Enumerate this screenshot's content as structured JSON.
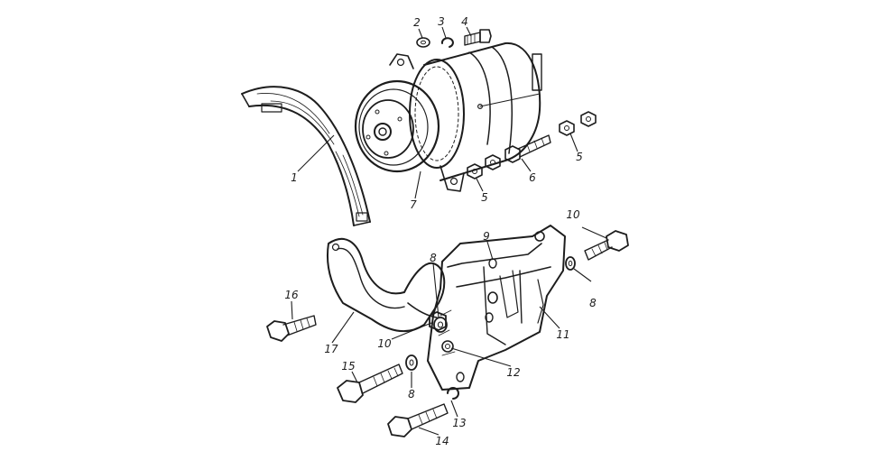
{
  "diagram": {
    "parts": [
      {
        "name": "belt-guard",
        "label": "1"
      },
      {
        "name": "washer-top",
        "label": "2"
      },
      {
        "name": "lock-washer-top",
        "label": "3"
      },
      {
        "name": "bolt-top",
        "label": "4"
      },
      {
        "name": "nut-right",
        "label": "5"
      },
      {
        "name": "nut-left",
        "label": "5"
      },
      {
        "name": "bolt-alternator",
        "label": "6"
      },
      {
        "name": "alternator",
        "label": "7"
      },
      {
        "name": "washer-right",
        "label": "8"
      },
      {
        "name": "washer-center",
        "label": "8"
      },
      {
        "name": "washer-lower",
        "label": "8"
      },
      {
        "name": "bracket-hole",
        "label": "9"
      },
      {
        "name": "bolt-right",
        "label": "10"
      },
      {
        "name": "bolt-center",
        "label": "10"
      },
      {
        "name": "mounting-bracket",
        "label": "11"
      },
      {
        "name": "bracket-boss",
        "label": "12"
      },
      {
        "name": "lock-washer-bottom",
        "label": "13"
      },
      {
        "name": "bolt-bottom",
        "label": "14"
      },
      {
        "name": "bolt-long",
        "label": "15"
      },
      {
        "name": "bolt-left",
        "label": "16"
      },
      {
        "name": "adjusting-bar",
        "label": "17"
      }
    ]
  }
}
